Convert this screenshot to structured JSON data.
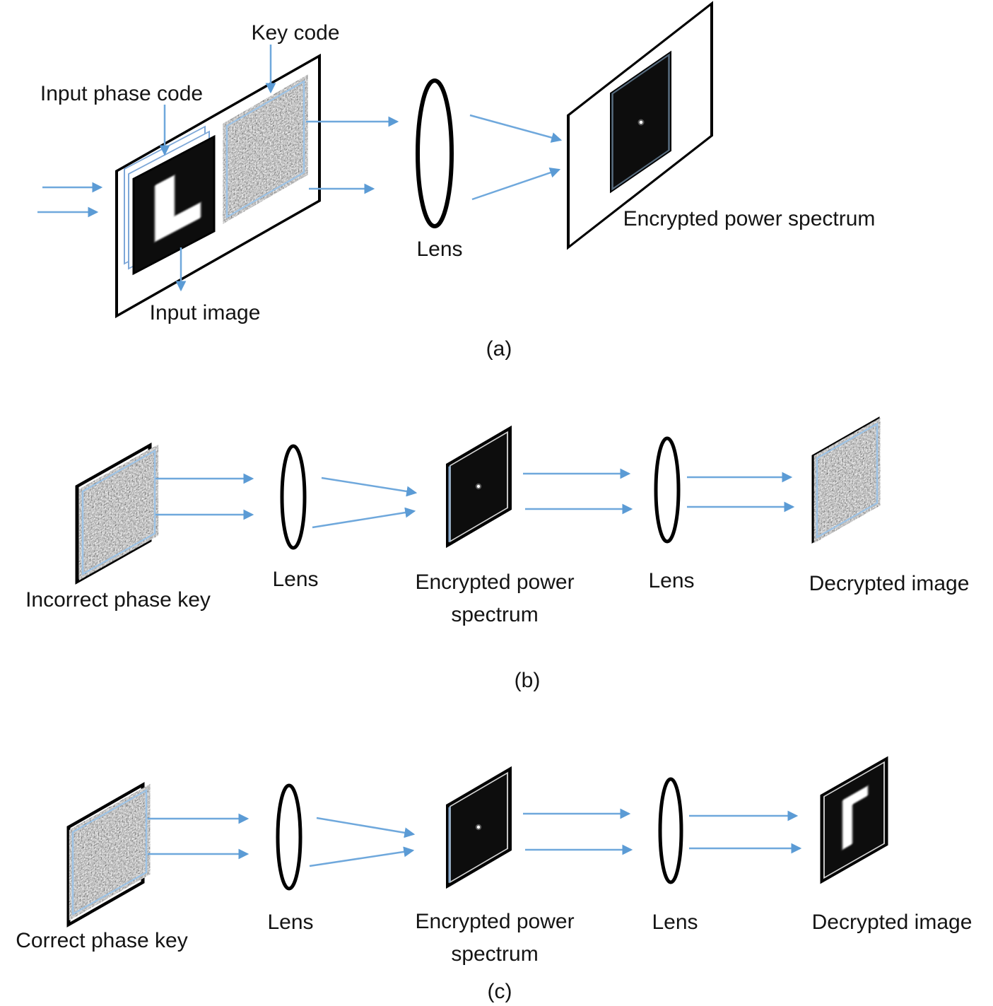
{
  "figure": {
    "title": "Optical encryption / decryption schematic",
    "colors": {
      "background": "#ffffff",
      "arrow_line": "#6fa8dc",
      "arrow_head": "#5b9bd5",
      "label_text": "#141414",
      "plane_stroke": "#000000",
      "noise_border": "#9dc3e6",
      "screen_fill": "#0d0d0d"
    },
    "panel_a": {
      "caption": "(a)",
      "labels": {
        "key_code": "Key code",
        "input_phase_code": "Input phase code",
        "input_image": "Input image",
        "lens": "Lens",
        "output": "Encrypted power spectrum"
      }
    },
    "panel_b": {
      "caption": "(b)",
      "labels": {
        "input": "Incorrect phase key",
        "lens1": "Lens",
        "spectrum_line1": "Encrypted power",
        "spectrum_line2": "spectrum",
        "lens2": "Lens",
        "output": "Decrypted image"
      }
    },
    "panel_c": {
      "caption": "(c)",
      "labels": {
        "input": "Correct phase key",
        "lens1": "Lens",
        "spectrum_line1": "Encrypted power",
        "spectrum_line2": "spectrum",
        "lens2": "Lens",
        "output": "Decrypted image"
      }
    }
  }
}
